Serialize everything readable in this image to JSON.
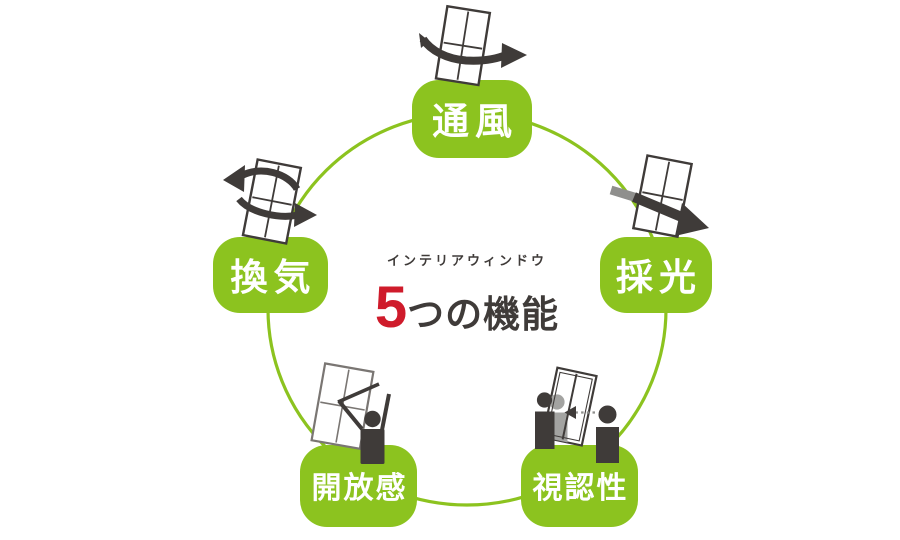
{
  "diagram": {
    "center": {
      "subtitle": "インテリアウィンドウ",
      "headline_number": "5",
      "headline_text": "つの機能"
    },
    "nodes": [
      {
        "id": "ventilation",
        "label": "通風",
        "position": "top",
        "icon": "window-swing-arrow-icon"
      },
      {
        "id": "daylighting",
        "label": "採光",
        "position": "right",
        "icon": "window-light-arrow-icon"
      },
      {
        "id": "air-exchange",
        "label": "換気",
        "position": "left",
        "icon": "window-double-arrow-icon"
      },
      {
        "id": "openness",
        "label": "開放感",
        "position": "bottom-left",
        "icon": "window-open-person-icon"
      },
      {
        "id": "visibility",
        "label": "視認性",
        "position": "bottom-right",
        "icon": "window-two-people-icon"
      }
    ],
    "colors": {
      "node_green": "#8cc31f",
      "ring_green": "#8cc31f",
      "icon_dark": "#3f3b39",
      "icon_gray": "#8f8f8d",
      "accent_red": "#cf1b2b",
      "text_dark": "#3f3b39",
      "node_text": "#ffffff",
      "background": "#ffffff"
    }
  }
}
